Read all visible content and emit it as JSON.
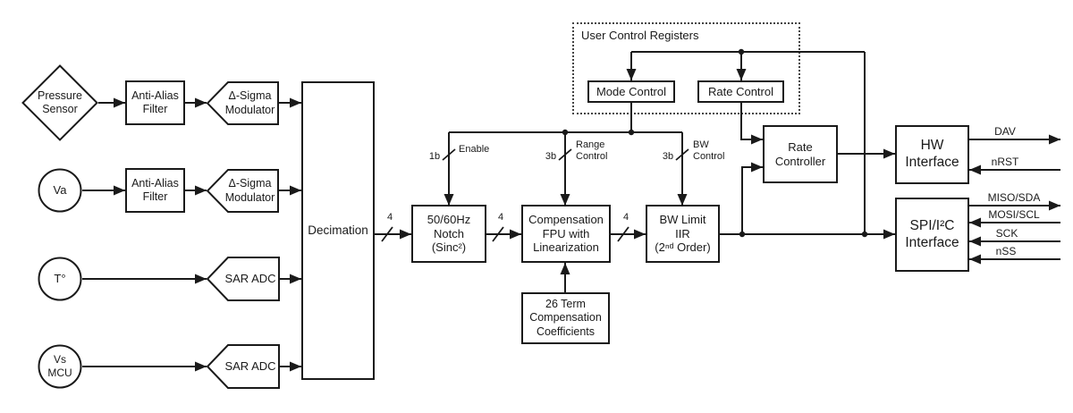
{
  "diagram": {
    "colors": {
      "line": "#1a1a1a",
      "background": "#ffffff"
    },
    "blocks": {
      "pressure_sensor": "Pressure\nSensor",
      "va": "Va",
      "temperature": "T°",
      "vs_mcu": "Vs\nMCU",
      "anti_alias_1": "Anti-Alias\nFilter",
      "anti_alias_2": "Anti-Alias\nFilter",
      "delta_sigma_1": "Δ-Sigma\nModulator",
      "delta_sigma_2": "Δ-Sigma\nModulator",
      "sar_adc_1": "SAR ADC",
      "sar_adc_2": "SAR ADC",
      "decimation": "Decimation",
      "notch": "50/60Hz\nNotch\n(Sinc²)",
      "compensation_fpu": "Compensation\nFPU with\nLinearization",
      "bw_limit_iir": "BW Limit\nIIR\n(2ⁿᵈ Order)",
      "coefficients": "26 Term\nCompensation\nCoefficients",
      "user_control_registers": "User Control Registers",
      "mode_control": "Mode Control",
      "rate_control": "Rate Control",
      "rate_controller": "Rate\nController",
      "hw_interface": "HW\nInterface",
      "spi_interface": "SPI/I²C\nInterface"
    },
    "wire_labels": {
      "bus_decimation": "4",
      "bus_notch": "4",
      "bus_fpu": "4",
      "enable_width": "1b",
      "enable": "Enable",
      "range_width": "3b",
      "range": "Range\nControl",
      "bw_width": "3b",
      "bw": "BW\nControl"
    },
    "signals": {
      "dav": "DAV",
      "nrst": "nRST",
      "miso": "MISO/SDA",
      "mosi": "MOSI/SCL",
      "sck": "SCK",
      "nss": "nSS"
    }
  }
}
